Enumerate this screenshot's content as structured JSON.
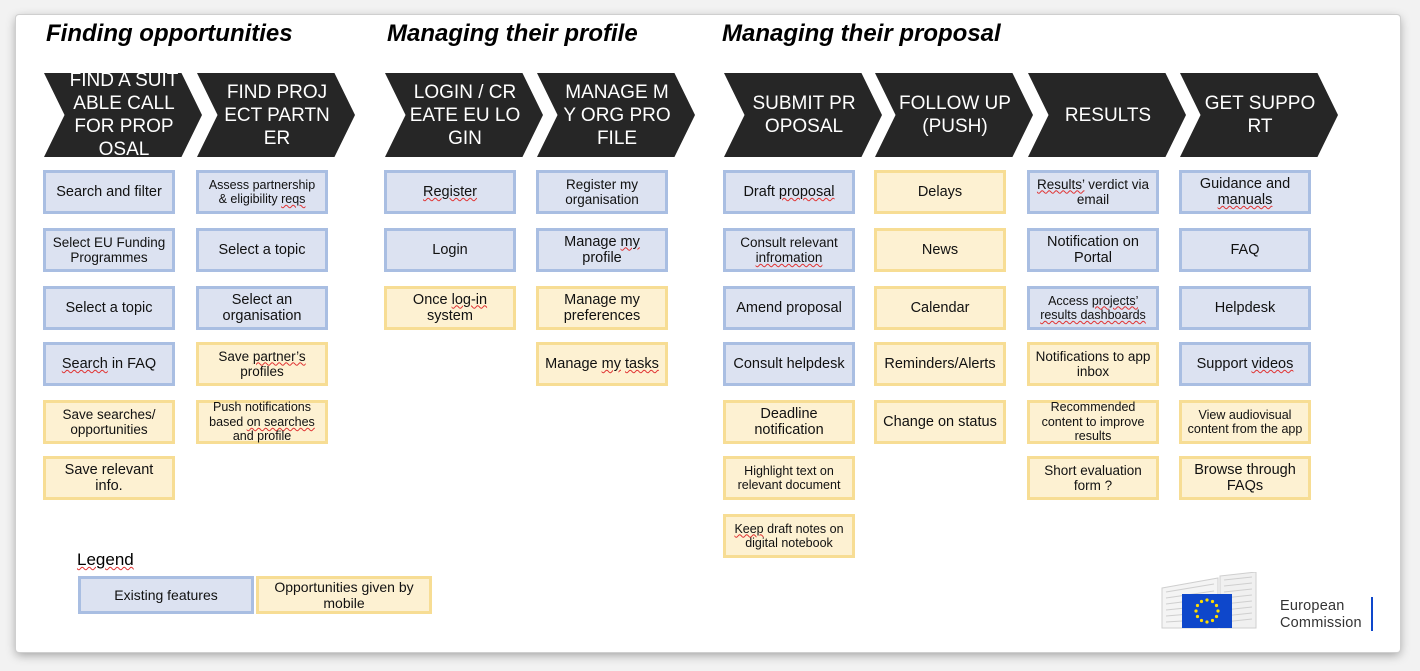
{
  "sections": [
    {
      "title": "Finding opportunities"
    },
    {
      "title": "Managing their profile"
    },
    {
      "title": "Managing their proposal"
    }
  ],
  "columns": [
    {
      "header": "FIND A SUITABLE CALL FOR PROPOSAL",
      "items": [
        {
          "text": "Search and filter",
          "kind": "existing"
        },
        {
          "text": "Select EU Funding Programmes",
          "kind": "existing"
        },
        {
          "text": "Select a topic",
          "kind": "existing"
        },
        {
          "text": "Search in FAQ",
          "kind": "existing"
        },
        {
          "text": "Save searches/ opportunities",
          "kind": "mobile"
        },
        {
          "text": "Save relevant info.",
          "kind": "mobile"
        }
      ]
    },
    {
      "header": "FIND PROJECT PARTNER",
      "items": [
        {
          "text": "Assess partnership & eligibility reqs",
          "kind": "existing"
        },
        {
          "text": "Select a topic",
          "kind": "existing"
        },
        {
          "text": "Select an organisation",
          "kind": "existing"
        },
        {
          "text": "Save partner’s profiles",
          "kind": "mobile"
        },
        {
          "text": "Push notifications based on searches and profile",
          "kind": "mobile"
        }
      ]
    },
    {
      "header": "LOGIN / CREATE EU LOGIN",
      "items": [
        {
          "text": "Register",
          "kind": "existing"
        },
        {
          "text": "Login",
          "kind": "existing"
        },
        {
          "text": "Once log-in system",
          "kind": "mobile"
        }
      ]
    },
    {
      "header": "MANAGE MY ORG PROFILE",
      "items": [
        {
          "text": "Register my organisation",
          "kind": "existing"
        },
        {
          "text": "Manage my profile",
          "kind": "existing"
        },
        {
          "text": "Manage my preferences",
          "kind": "mobile"
        },
        {
          "text": "Manage my tasks",
          "kind": "mobile"
        }
      ]
    },
    {
      "header": "SUBMIT PROPOSAL",
      "items": [
        {
          "text": "Draft proposal",
          "kind": "existing"
        },
        {
          "text": "Consult relevant infromation",
          "kind": "existing"
        },
        {
          "text": "Amend proposal",
          "kind": "existing"
        },
        {
          "text": "Consult helpdesk",
          "kind": "existing"
        },
        {
          "text": "Deadline notification",
          "kind": "mobile"
        },
        {
          "text": "Highlight text on relevant document",
          "kind": "mobile"
        },
        {
          "text": "Keep draft notes on digital notebook",
          "kind": "mobile"
        }
      ]
    },
    {
      "header": "FOLLOW UP (PUSH)",
      "items": [
        {
          "text": "Delays",
          "kind": "mobile"
        },
        {
          "text": "News",
          "kind": "mobile"
        },
        {
          "text": "Calendar",
          "kind": "mobile"
        },
        {
          "text": "Reminders/Alerts",
          "kind": "mobile"
        },
        {
          "text": "Change on status",
          "kind": "mobile"
        }
      ]
    },
    {
      "header": "RESULTS",
      "items": [
        {
          "text": "Results’ verdict via email",
          "kind": "existing"
        },
        {
          "text": "Notification on Portal",
          "kind": "existing"
        },
        {
          "text": "Access projects’ results dashboards",
          "kind": "existing"
        },
        {
          "text": "Notifications to app inbox",
          "kind": "mobile"
        },
        {
          "text": "Recommended content to improve results",
          "kind": "mobile"
        },
        {
          "text": "Short evaluation form ?",
          "kind": "mobile"
        }
      ]
    },
    {
      "header": "GET SUPPORT",
      "items": [
        {
          "text": "Guidance and manuals",
          "kind": "existing"
        },
        {
          "text": "FAQ",
          "kind": "existing"
        },
        {
          "text": "Helpdesk",
          "kind": "existing"
        },
        {
          "text": "Support videos",
          "kind": "existing"
        },
        {
          "text": "View audiovisual content from the app",
          "kind": "mobile"
        },
        {
          "text": "Browse through FAQs",
          "kind": "mobile"
        }
      ]
    }
  ],
  "legend": {
    "title": "Legend",
    "existing": "Existing features",
    "mobile": "Opportunities given by mobile"
  },
  "logo": {
    "line1": "European",
    "line2": "Commission"
  },
  "colors": {
    "existing_fill": "#dce2f1",
    "existing_border": "#a9bee2",
    "mobile_fill": "#fdf1d2",
    "mobile_border": "#f7dd94",
    "chevron": "#262626",
    "eu_blue": "#0e47cb",
    "eu_star": "#ffdd00"
  }
}
